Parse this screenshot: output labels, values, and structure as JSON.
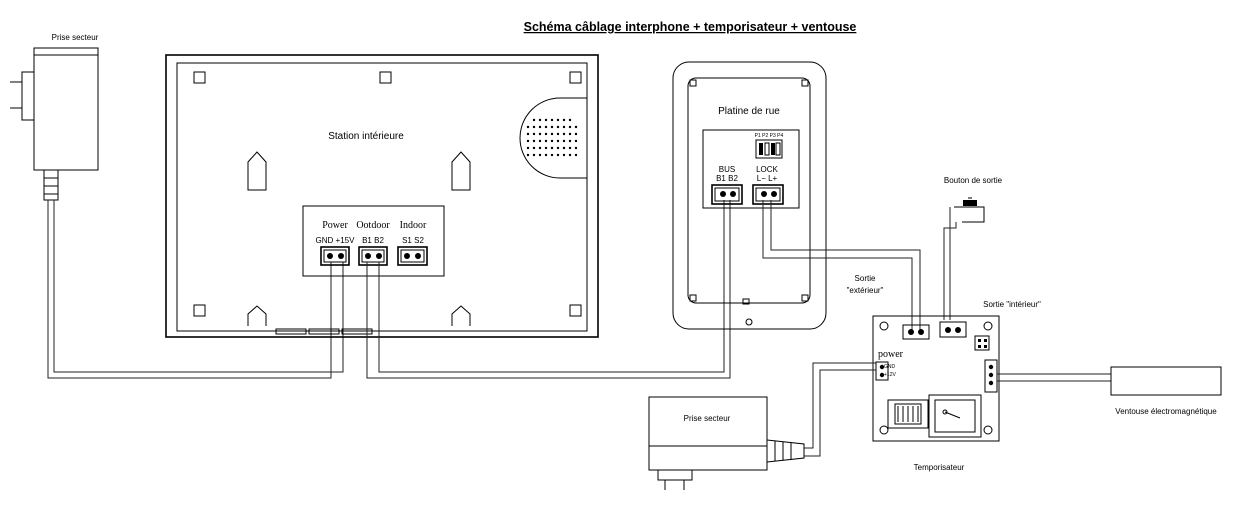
{
  "title": "Schéma câblage interphone + temporisateur + ventouse",
  "labels": {
    "prise_secteur_top": "Prise secteur",
    "station": "Station intérieure",
    "power": "Power",
    "outdoor": "Ootdoor",
    "indoor": "Indoor",
    "gnd_15v": "GND +15V",
    "b1_b2_station": "B1  B2",
    "s1_s2": "S1  S2",
    "platine": "Platine de rue",
    "jumper": "P1 P2 P3 P4",
    "bus": "BUS",
    "b1_b2_platine": "B1  B2",
    "lock": "LOCK",
    "lock_pins": "L−   L+",
    "bouton": "Bouton de sortie",
    "sortie_ext_1": "Sortie",
    "sortie_ext_2": "\"extérieur\"",
    "sortie_int": "Sortie \"intérieur\"",
    "power_board": "power",
    "gnd": "GND",
    "plus12v": "+12V",
    "prise_secteur_bottom": "Prise secteur",
    "temporisateur": "Temporisateur",
    "ventouse": "Ventouse électromagnétique"
  },
  "colors": {
    "line": "#000000",
    "wire": "#222222",
    "background": "#ffffff"
  }
}
